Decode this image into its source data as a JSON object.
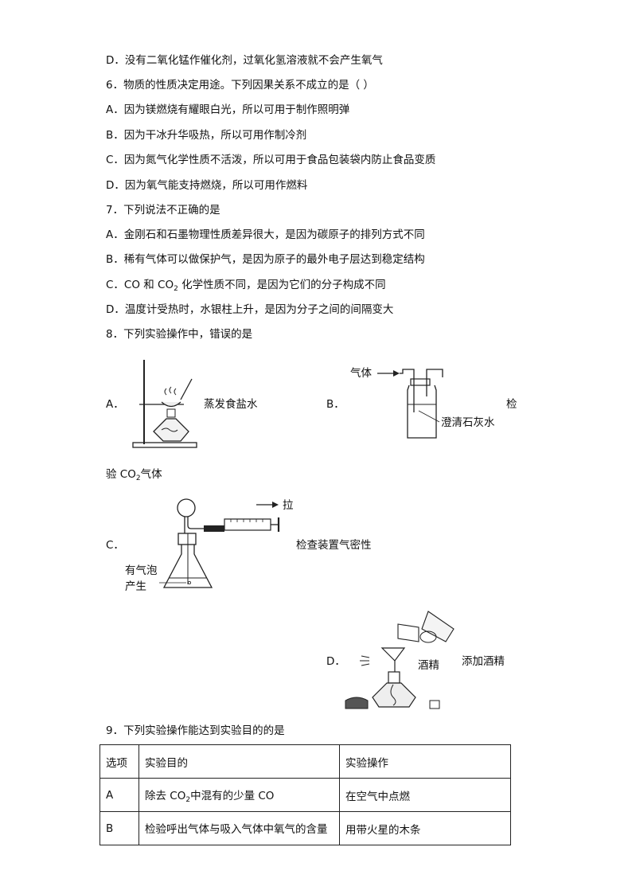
{
  "lines": {
    "q5d": "D．没有二氧化锰作催化剂，过氧化氢溶液就不会产生氧气",
    "q6": "6．物质的性质决定用途。下列因果关系不成立的是（    ）",
    "q6a": "A．因为镁燃烧有耀眼白光，所以可用于制作照明弹",
    "q6b": "B．因为干冰升华吸热，所以可用作制冷剂",
    "q6c": "C．因为氮气化学性质不活泼，所以可用于食品包装袋内防止食品变质",
    "q6d": "D．因为氧气能支持燃烧，所以可用作燃料",
    "q7": "7．下列说法不正确的是",
    "q7a": "A．金刚石和石墨物理性质差异很大，是因为碳原子的排列方式不同",
    "q7b": "B．稀有气体可以做保护气，是因为原子的最外电子层达到稳定结构",
    "q7c_pre": "C．CO  和  CO",
    "q7c_sub": "2",
    "q7c_post": " 化学性质不同，是因为它们的分子构成不同",
    "q7d": "D．温度计受热时，水银柱上升，是因为分子之间的间隔变大",
    "q8": "8．下列实验操作中，错误的是"
  },
  "q8_options": {
    "a_label": "A．",
    "a_caption": "蒸发食盐水",
    "b_label": "B．",
    "b_gas": "气体",
    "b_solution": "澄清石灰水",
    "b_caption_tail": "检",
    "b_caption_line2_pre": "验 CO",
    "b_caption_line2_sub": "2",
    "b_caption_line2_post": "气体",
    "c_label": "C．",
    "c_pull": "拉",
    "c_caption": "检查装置气密性",
    "c_bubble_1": "有气泡",
    "c_bubble_2": "产生",
    "d_label": "D．",
    "d_alcohol": "酒精",
    "d_caption": "添加酒精"
  },
  "q9": {
    "question": "9．下列实验操作能达到实验目的的是",
    "headers": [
      "选项",
      "实验目的",
      "实验操作"
    ],
    "rows": [
      {
        "option": "A",
        "purpose_pre": "除去 CO",
        "purpose_sub": "2",
        "purpose_post": "中混有的少量 CO",
        "operation": "在空气中点燃"
      },
      {
        "option": "B",
        "purpose_pre": "检验呼出气体与吸入气体中氧气的含量",
        "purpose_sub": "",
        "purpose_post": "",
        "operation": "用带火星的木条"
      }
    ]
  }
}
